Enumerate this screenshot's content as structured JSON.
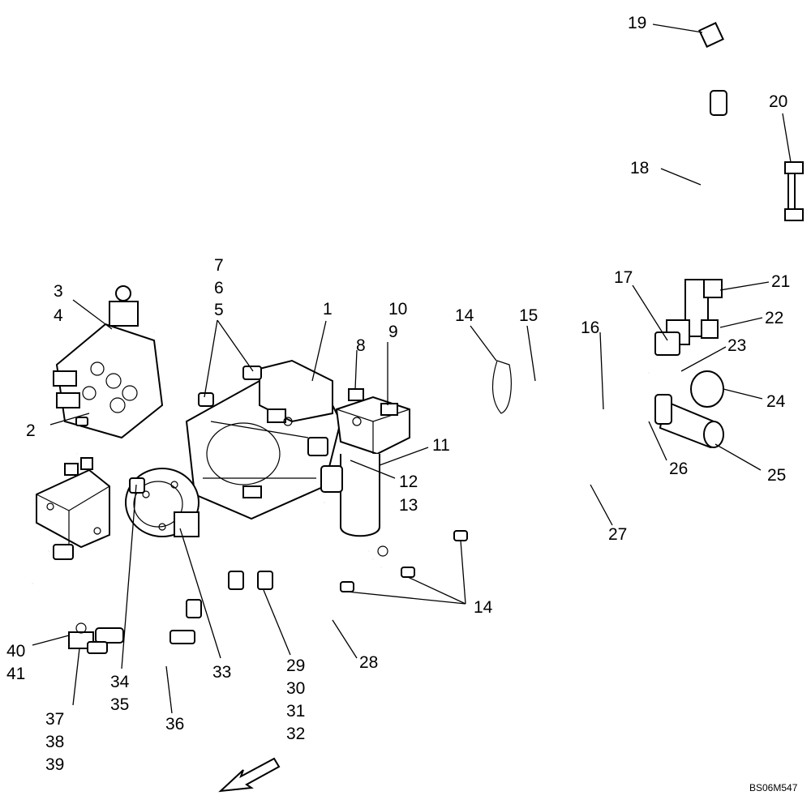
{
  "drawing_code": "BS06M547",
  "callouts": {
    "c1": "1",
    "c2": "2",
    "c3": "3",
    "c4": "4",
    "c5": "5",
    "c6": "6",
    "c7": "7",
    "c8": "8",
    "c9": "9",
    "c10": "10",
    "c11": "11",
    "c12": "12",
    "c13": "13",
    "c14a": "14",
    "c14b": "14",
    "c15": "15",
    "c16": "16",
    "c17": "17",
    "c18": "18",
    "c19": "19",
    "c20": "20",
    "c21": "21",
    "c22": "22",
    "c23": "23",
    "c24": "24",
    "c25": "25",
    "c26": "26",
    "c27": "27",
    "c28": "28",
    "c29": "29",
    "c30": "30",
    "c31": "31",
    "c32": "32",
    "c33": "33",
    "c34": "34",
    "c35": "35",
    "c36": "36",
    "c37": "37",
    "c38": "38",
    "c39": "39",
    "c40": "40",
    "c41": "41"
  }
}
